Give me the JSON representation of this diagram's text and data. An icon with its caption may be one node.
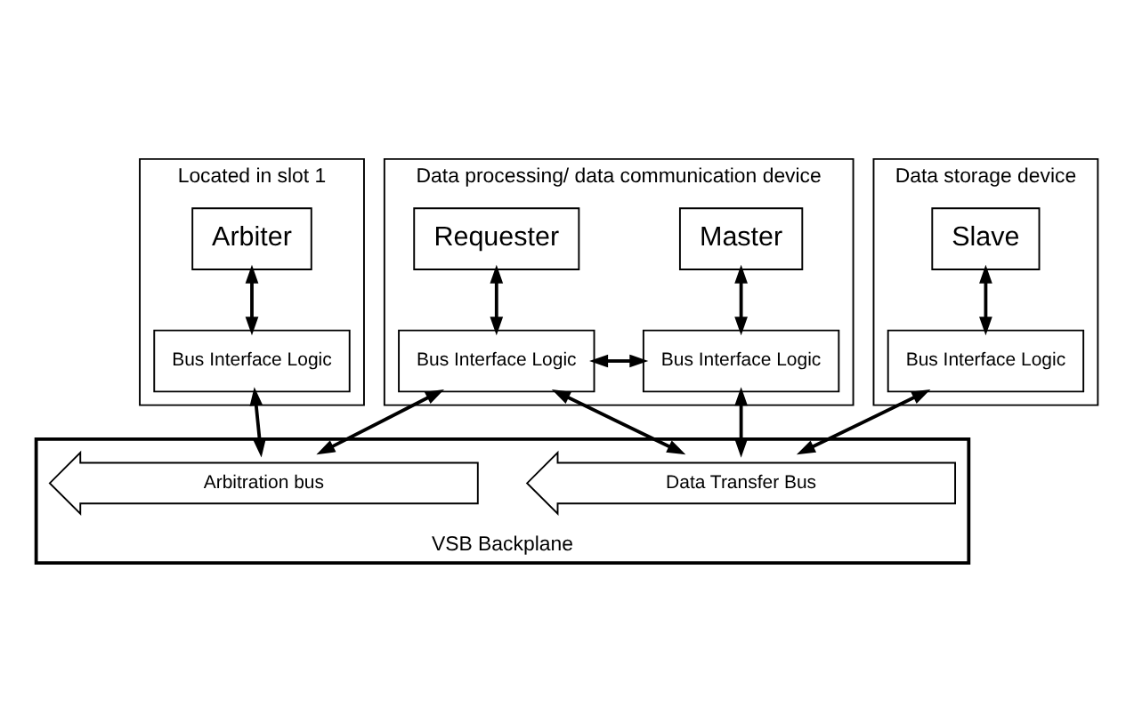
{
  "diagram": {
    "nodes": [
      {
        "text": [
          "Located in slot 1"
        ]
      },
      {
        "text": [
          "Arbiter"
        ],
        "in": 0
      },
      {
        "text": [
          "Bus Interface Logic"
        ],
        "in": 0
      },
      {
        "text": [
          "Data processing/ data communication device"
        ]
      },
      {
        "text": [
          "Master"
        ],
        "in": 3
      },
      {
        "text": [
          "Requester"
        ],
        "in": 3
      },
      {
        "text": [
          "Bus Interface Logic"
        ],
        "in": 3
      },
      {
        "text": [
          "Bus Interface Logic"
        ],
        "in": 3
      },
      {
        "text": [
          "Data storage device"
        ]
      },
      {
        "text": [
          "Slave"
        ],
        "in": 8
      },
      {
        "text": [
          "Bus Interface Logic"
        ],
        "in": 8
      },
      {
        "text": [
          "VSB Backplane"
        ]
      },
      {
        "text": [
          "Data Transfer Bus"
        ],
        "in": 11
      },
      {
        "text": [
          "Arbitration bus"
        ],
        "in": 11
      }
    ],
    "edges": [
      {
        "from": 1,
        "to": 2,
        "arrow": "both"
      },
      {
        "from": 4,
        "to": 6,
        "arrow": "both"
      },
      {
        "from": 6,
        "to": 7,
        "arrow": "both"
      },
      {
        "from": 5,
        "to": 7,
        "arrow": "both"
      },
      {
        "from": 9,
        "to": 10,
        "arrow": "both"
      },
      {
        "from": 2,
        "to": 13,
        "arrow": "both"
      },
      {
        "from": 6,
        "to": 12,
        "arrow": "both"
      },
      {
        "from": 7,
        "to": 12,
        "arrow": "both"
      },
      {
        "from": 7,
        "to": 13,
        "arrow": "both"
      },
      {
        "from": 10,
        "to": 12,
        "arrow": "both"
      }
    ]
  }
}
